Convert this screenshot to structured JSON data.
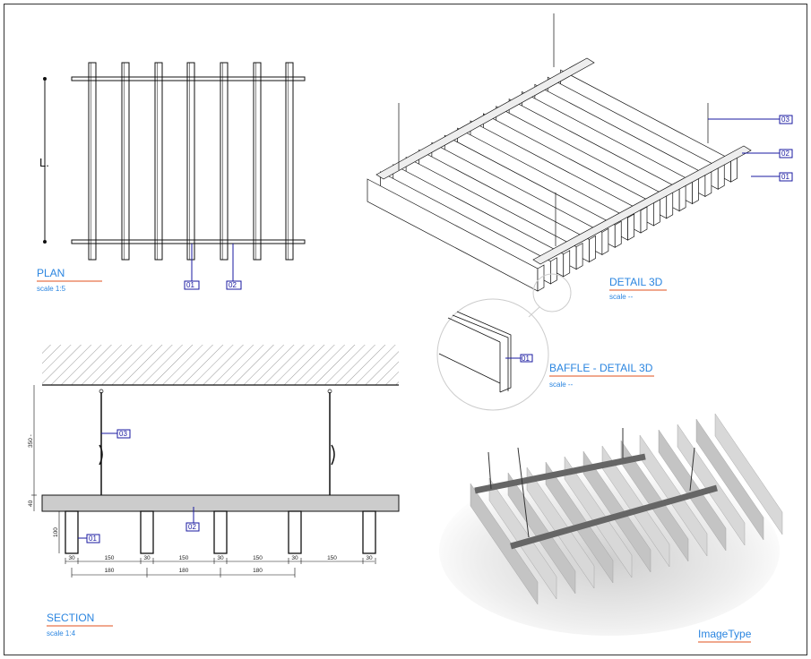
{
  "colors": {
    "title": "#2a85e0",
    "underline": "#e0501e",
    "tag": "#1a1aa0"
  },
  "plan": {
    "title": "PLAN",
    "scale": "scale 1:5",
    "length_label": "L.",
    "tag_01": "01",
    "tag_02": "02"
  },
  "detail3d": {
    "title": "DETAIL 3D",
    "scale": "scale --",
    "tag_01": "01",
    "tag_02": "02",
    "tag_03": "03"
  },
  "baffle": {
    "title": "BAFFLE - DETAIL 3D",
    "scale": "scale --",
    "tag_01": "01"
  },
  "section": {
    "title": "SECTION",
    "scale": "scale 1:4",
    "tag_01": "01",
    "tag_02": "02",
    "tag_03": "03",
    "dim_hanger": "350 -",
    "dim_carrier": "40",
    "dim_baffle": "100",
    "dims_row1": [
      "30",
      "150",
      "30",
      "150",
      "30",
      "150",
      "30",
      "150",
      "30"
    ],
    "dims_row2": [
      "180",
      "180",
      "180"
    ]
  },
  "render": {
    "title": "ImageType"
  }
}
